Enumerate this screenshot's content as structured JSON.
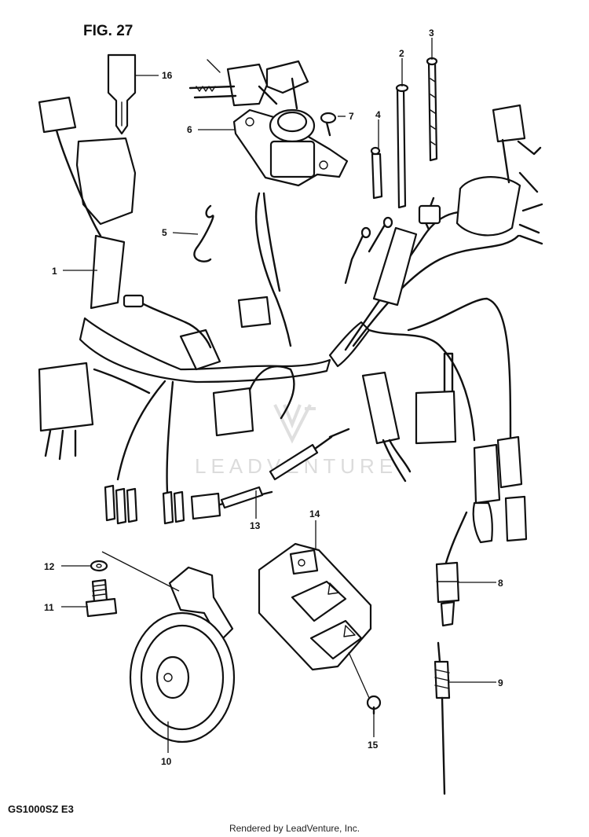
{
  "figure": {
    "title": "FIG. 27",
    "model_code": "GS1000SZ  E3"
  },
  "watermark": "LEADVENTURE",
  "footer": "Rendered by LeadVenture, Inc.",
  "callouts": {
    "1": "1",
    "2": "2",
    "3": "3",
    "4": "4",
    "5": "5",
    "6": "6",
    "7": "7",
    "8": "8",
    "9": "9",
    "10": "10",
    "11": "11",
    "12": "12",
    "13": "13",
    "14": "14",
    "15": "15",
    "16": "16"
  }
}
